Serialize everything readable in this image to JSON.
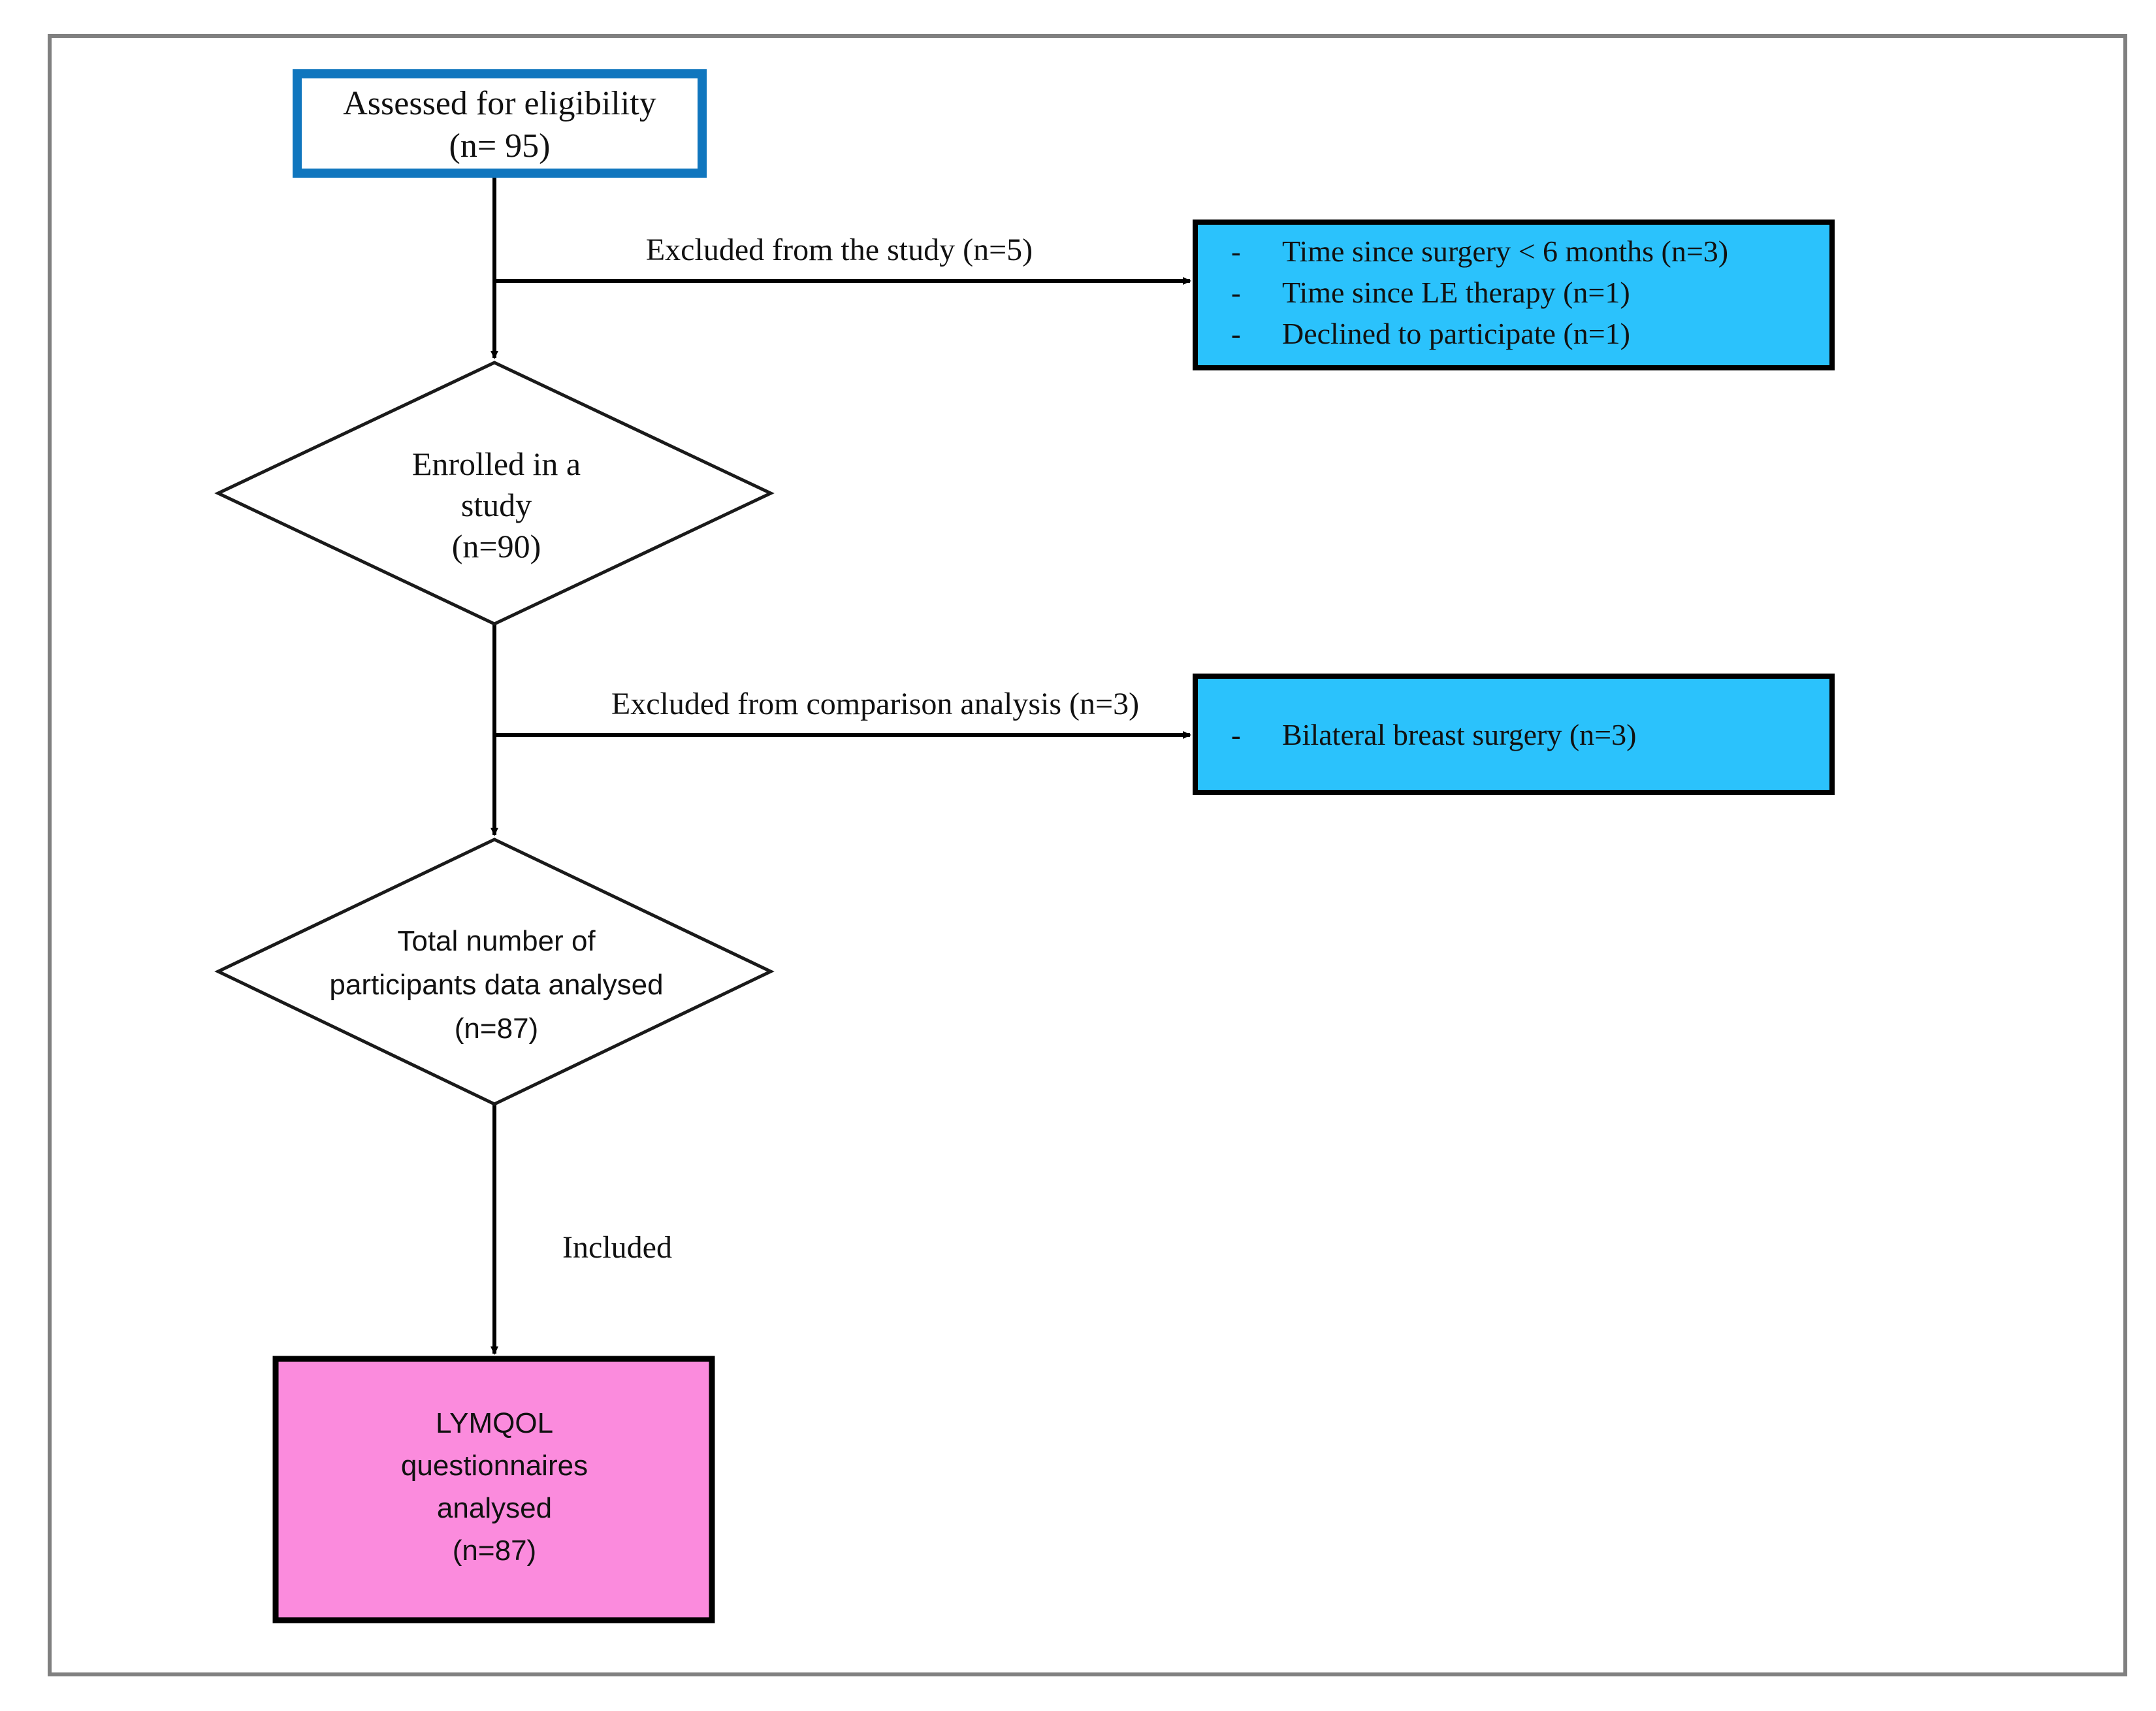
{
  "figure": {
    "type": "flowchart",
    "description": "Participant flow diagram (CONSORT-style)",
    "frame_border_color": "#808080",
    "background_color": "#ffffff"
  },
  "colors": {
    "start_box_border": "#1076BE",
    "exclusion_box_fill": "#2BC2FC",
    "exclusion_box_border": "#000000",
    "outcome_box_fill": "#FB8BDD",
    "outcome_box_border": "#000000",
    "connector": "#000000",
    "diamond_border": "#000000",
    "diamond_fill": "#FFFFFF"
  },
  "nodes": {
    "assessed": {
      "shape": "rectangle",
      "lines": [
        "Assessed for eligibility",
        "(n= 95)"
      ],
      "line1": "Assessed for eligibility",
      "line2": "(n= 95)"
    },
    "enrolled": {
      "shape": "diamond",
      "lines": [
        "Enrolled in a",
        "study",
        "(n=90)"
      ],
      "line1": "Enrolled in a",
      "line2": "study",
      "line3": "(n=90)"
    },
    "analysed": {
      "shape": "diamond",
      "lines": [
        "Total number of",
        "participants data analysed",
        "(n=87)"
      ],
      "line1": "Total number of",
      "line2": "participants data analysed",
      "line3": "(n=87)"
    },
    "lymqol": {
      "shape": "rectangle",
      "lines": [
        "LYMQOL",
        "questionnaires",
        "analysed",
        "(n=87)"
      ],
      "line1": "LYMQOL",
      "line2": "questionnaires",
      "line3": "analysed",
      "line4": "(n=87)"
    },
    "excluded_study": {
      "shape": "rectangle",
      "bullet_marker": "-",
      "items": [
        "Time since surgery < 6 months (n=3)",
        "Time since LE therapy (n=1)",
        "Declined to participate (n=1)"
      ],
      "item1": "Time since surgery < 6 months (n=3)",
      "item2": "Time since LE therapy (n=1)",
      "item3": "Declined to participate (n=1)"
    },
    "excluded_comparison": {
      "shape": "rectangle",
      "bullet_marker": "-",
      "items": [
        "Bilateral breast surgery (n=3)"
      ],
      "item1": "Bilateral breast surgery (n=3)"
    }
  },
  "edges": {
    "excluded_study_label": "Excluded from the study (n=5)",
    "excluded_comparison_label": "Excluded from comparison analysis (n=3)",
    "included_label": "Included"
  }
}
